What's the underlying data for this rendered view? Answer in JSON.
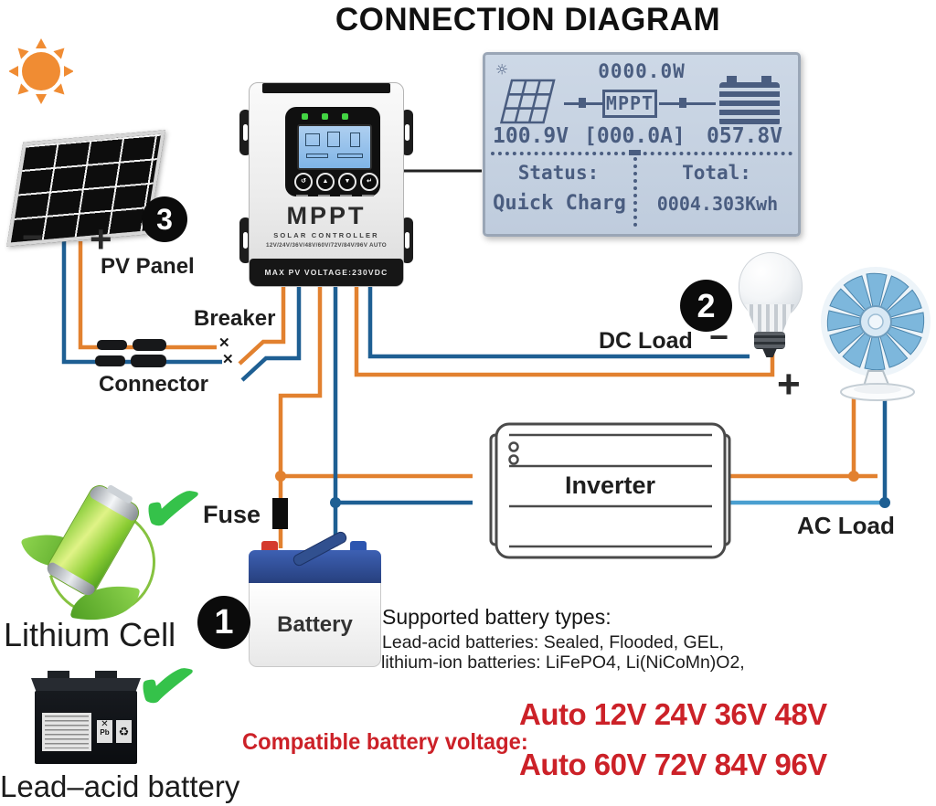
{
  "title": "CONNECTION DIAGRAM",
  "colors": {
    "wire_orange": "#e2812f",
    "wire_blue": "#1e5f93",
    "wire_blue_light": "#4a9fd0",
    "red_text": "#cc2128",
    "sun_orange": "#f08c33",
    "check_green": "#35c24a",
    "lcd_bg": "#cdd8e6",
    "lcd_text": "#4a5d80"
  },
  "icons": {
    "check": "✔",
    "x_mark": "✕",
    "recycle": "♻",
    "lcd_sun": "☼",
    "power_button": "↺",
    "up_button": "▲",
    "down_button": "▼",
    "enter_button": "↵"
  },
  "badges": {
    "battery": "1",
    "dc_load": "2",
    "pv_panel": "3"
  },
  "labels": {
    "pv_panel": "PV Panel",
    "breaker": "Breaker",
    "connector": "Connector",
    "dc_load": "DC Load",
    "ac_load": "AC Load",
    "fuse": "Fuse",
    "battery": "Battery",
    "inverter": "Inverter",
    "lithium_cell": "Lithium Cell",
    "lead_acid_battery": "Lead–acid battery",
    "minus": "−",
    "plus": "+",
    "pb": "Pb"
  },
  "controller": {
    "name": "MPPT",
    "subtitle": "SOLAR CONTROLLER",
    "voltage_range": "12V/24V/36V/48V/60V/72V/84V/96V AUTO",
    "max_pv": "MAX PV VOLTAGE:230VDC"
  },
  "lcd": {
    "power": "0000.0W",
    "mode": "MPPT",
    "pv_voltage": "100.9V",
    "current": "[000.0A]",
    "battery_voltage": "057.8V",
    "status_label": "Status:",
    "status_value": "Quick Charg",
    "total_label": "Total:",
    "total_value": "0004.303Kwh"
  },
  "battery_info": {
    "heading": "Supported battery types:",
    "line1": "Lead-acid batteries: Sealed, Flooded, GEL,",
    "line2": "lithium-ion batteries: LiFePO4, Li(NiCoMn)O2,"
  },
  "voltage_info": {
    "label": "Compatible battery voltage:",
    "line1": "Auto 12V 24V 36V 48V",
    "line2": "Auto 60V 72V 84V 96V"
  }
}
